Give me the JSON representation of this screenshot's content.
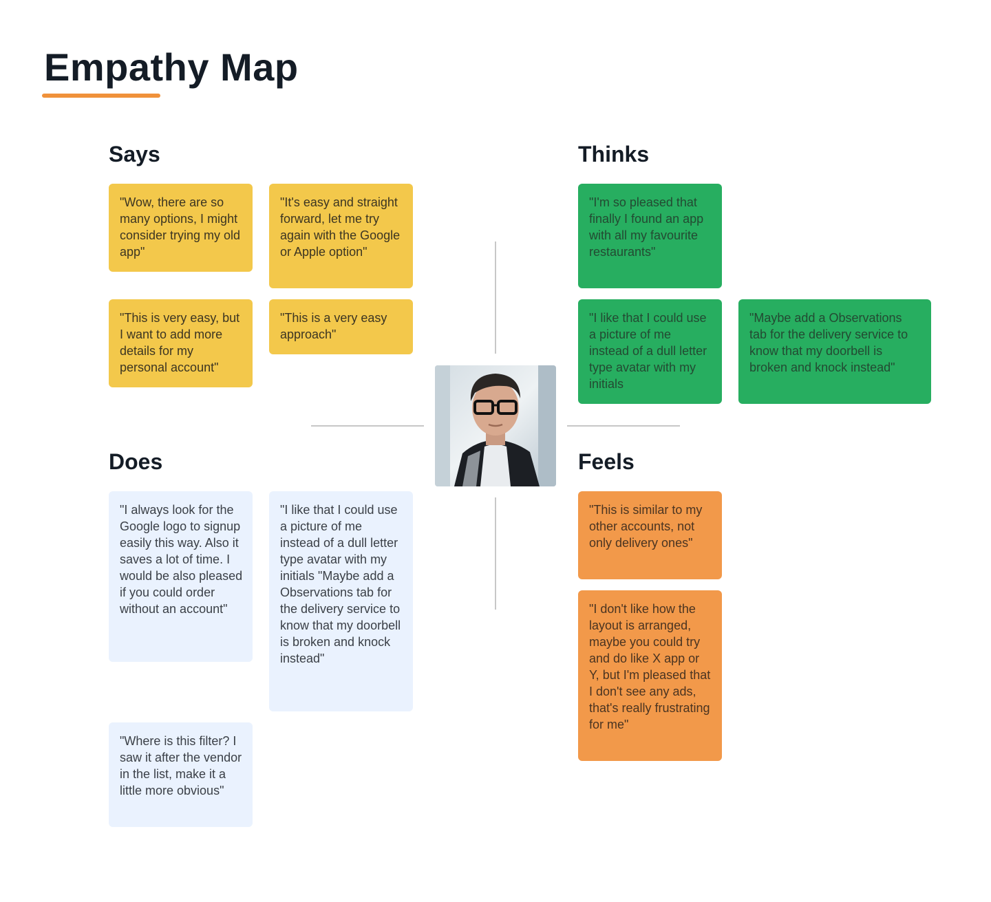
{
  "page": {
    "title": "Empathy Map",
    "accent_color": "#f0913a"
  },
  "persona": {
    "avatar_icon": "person-photo-icon"
  },
  "quadrants": {
    "says": {
      "heading": "Says",
      "color": "#f3c84b",
      "notes": [
        "\"Wow, there are so many options, I might consider trying my old app\"",
        "\"It's easy and straight forward, let me try again with the Google or Apple option\"",
        "\"This is very easy, but I want to add more details for my personal account\"",
        "\"This is a very easy approach\""
      ]
    },
    "thinks": {
      "heading": "Thinks",
      "color": "#27ae60",
      "notes": [
        " \"I'm so pleased that finally I found an app with all my favourite restaurants\"",
        "\"I like that I could use a picture of me instead of a dull letter type avatar with my initials",
        "\"Maybe add a Observations tab for the delivery service to know that my doorbell is broken and knock instead\""
      ]
    },
    "does": {
      "heading": "Does",
      "color": "#eaf2fe",
      "notes": [
        "\"I always look for the Google logo to signup easily this way. Also it saves a lot of time. I would be also pleased if you could order without an account\"",
        "\"I like that I could use a picture of me instead of a dull letter type avatar with my initials \"Maybe add a Observations tab for the delivery service to know that my doorbell is broken and knock instead\"",
        "\"Where is this filter? I saw it after the vendor in the list, make it a little more obvious\""
      ]
    },
    "feels": {
      "heading": "Feels",
      "color": "#f2994a",
      "notes": [
        "\"This is similar to my other accounts, not only delivery ones\"",
        "\"I don't like how the layout is arranged, maybe you could try and do like X app or Y, but I'm pleased that I don't see any ads, that's really frustrating for me\""
      ]
    }
  }
}
